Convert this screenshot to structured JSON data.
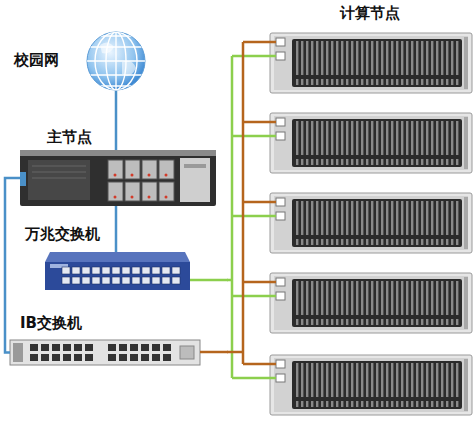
{
  "diagram": {
    "nodes": [
      {
        "text": [
          "校园网"
        ]
      },
      {
        "text": [
          "主节点"
        ]
      },
      {
        "text": [
          "万兆交换机"
        ]
      },
      {
        "text": [
          "IB交换机"
        ]
      },
      {
        "text": [
          "计算节点"
        ]
      }
    ],
    "edges": [
      {
        "from": 0,
        "to": 1,
        "arrow": "none"
      },
      {
        "from": 1,
        "to": 2,
        "arrow": "none"
      },
      {
        "from": 1,
        "to": 3,
        "arrow": "none"
      },
      {
        "from": 2,
        "to": 4,
        "arrow": "none"
      },
      {
        "from": 3,
        "to": 4,
        "arrow": "none"
      }
    ]
  }
}
